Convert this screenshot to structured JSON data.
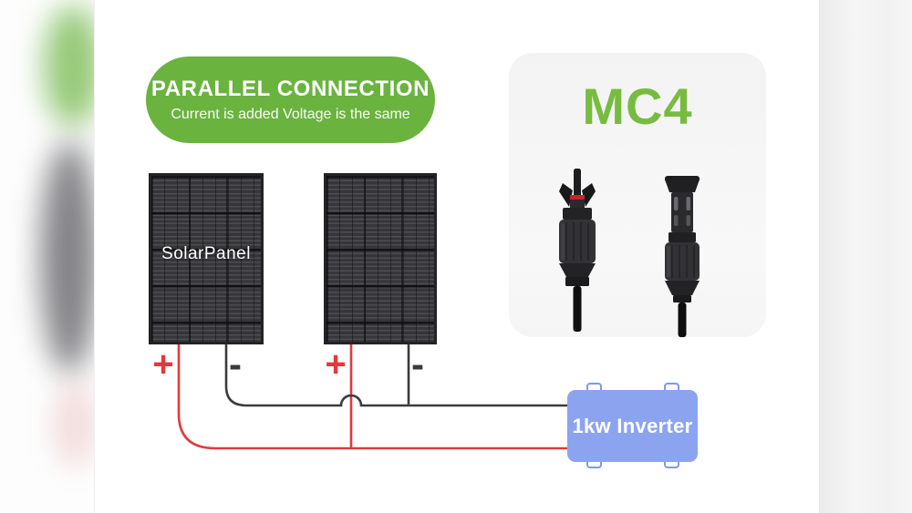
{
  "title_badge": {
    "title": "PARALLEL CONNECTION",
    "subtitle": "Current is added Voltage is the same",
    "bg_color": "#6ab33f"
  },
  "mc4_panel": {
    "label": "MC4",
    "label_color": "#77bc41",
    "icons": [
      "mc4-male-connector-icon",
      "mc4-female-connector-icon"
    ]
  },
  "solar_panels": {
    "label": "SolarPanel",
    "count": 2
  },
  "terminals": {
    "plus": "+",
    "minus": "-",
    "plus_color": "#e03a3e",
    "minus_color": "#3a3a3d"
  },
  "wires": {
    "positive_color": "#e03a3e",
    "negative_color": "#3b3b3d"
  },
  "inverter": {
    "label": "1kw Inverter",
    "bg_color": "#8ca4f0"
  }
}
